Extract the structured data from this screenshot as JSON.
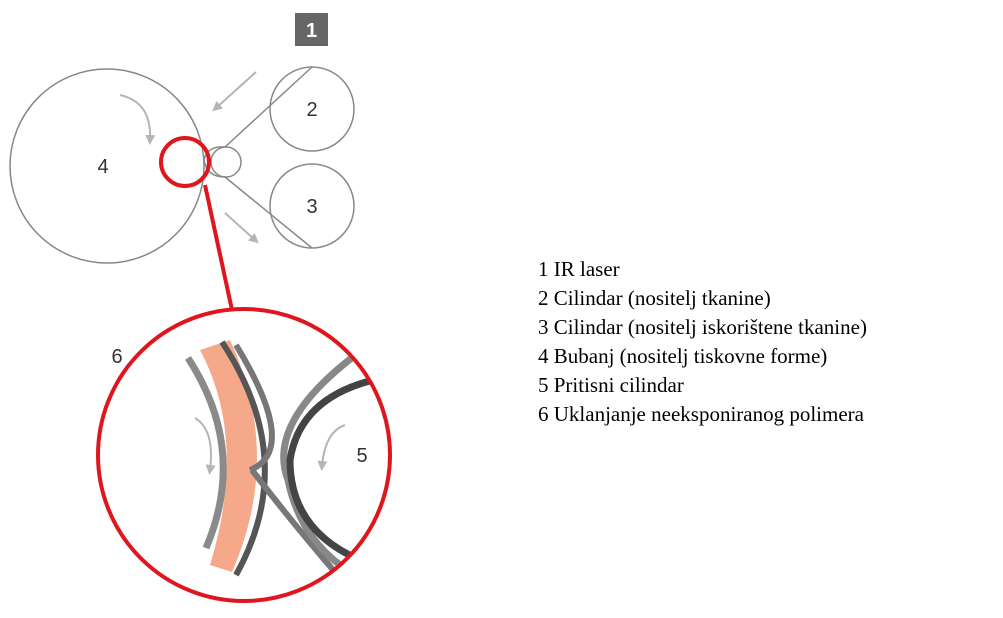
{
  "diagram": {
    "labels": {
      "badge": "1",
      "roller_top": "2",
      "roller_bottom": "3",
      "drum": "4",
      "pressure_cylinder": "5",
      "detail": "6"
    },
    "colors": {
      "line": "#888888",
      "badge_bg": "#666666",
      "highlight": "#e0161e",
      "polymer": "#f5a88a",
      "dark_layer": "#555555",
      "arrow": "#b5b5b5"
    }
  },
  "legend": {
    "items": [
      "1 IR laser",
      "2 Cilindar (nositelj tkanine)",
      "3 Cilindar (nositelj iskorištene tkanine)",
      "4 Bubanj (nositelj tiskovne forme)",
      "5 Pritisni cilindar",
      "6 Uklanjanje neeksponiranog polimera"
    ]
  }
}
